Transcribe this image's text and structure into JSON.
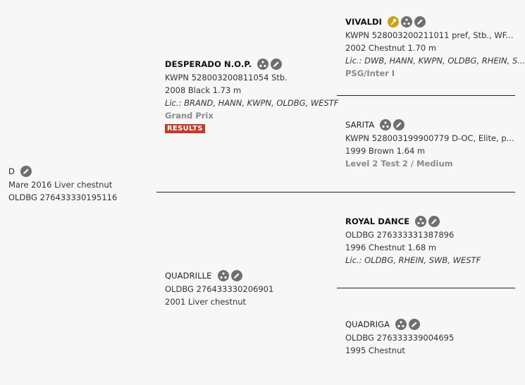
{
  "subject": {
    "name": "D",
    "line1": "Mare 2016 Liver chestnut",
    "line2": "OLDBG 276433330195116"
  },
  "sire": {
    "name": "DESPERADO N.O.P.",
    "reg": "KWPN 528003200811054 Stb.",
    "info": "2008 Black 1.73 m",
    "lic": "Lic.: BRAND, HANN, KWPN, OLDBG, WESTF",
    "level": "Grand Prix",
    "results_label": "RESULTS"
  },
  "dam": {
    "name": "QUADRILLE",
    "reg": "OLDBG 276433330206901",
    "info": "2001 Liver chestnut"
  },
  "sire_sire": {
    "name": "VIVALDI",
    "reg": "KWPN 528003200211011 pref, Stb., WF...",
    "info": "2002 Chestnut 1.70 m",
    "lic": "Lic.: DWB, HANN, KWPN, OLDBG, RHEIN, S...",
    "level": "PSG/Inter I"
  },
  "sire_dam": {
    "name": "SARITA",
    "reg": "KWPN 528003199900779 D-OC, Elite, p...",
    "info": "1999 Brown 1.64 m",
    "level": "Level 2 Test 2 / Medium"
  },
  "dam_sire": {
    "name": "ROYAL DANCE",
    "reg": "OLDBG 276333331387896",
    "info": "1996 Chestnut 1.68 m",
    "lic": "Lic.: OLDBG, RHEIN, SWB, WESTF"
  },
  "dam_dam": {
    "name": "QUADRIGA",
    "reg": "OLDBG 276333339004695",
    "info": "1995 Chestnut"
  },
  "icons": {
    "edit": "pencil-icon",
    "pedigree": "pedigree-icon",
    "stallion_key": "key-icon"
  },
  "colors": {
    "icon_gray": "#6f6f6f",
    "icon_gold": "#c9a11c",
    "results_red": "#c33a2b",
    "level_gray": "#8a8a8a"
  }
}
